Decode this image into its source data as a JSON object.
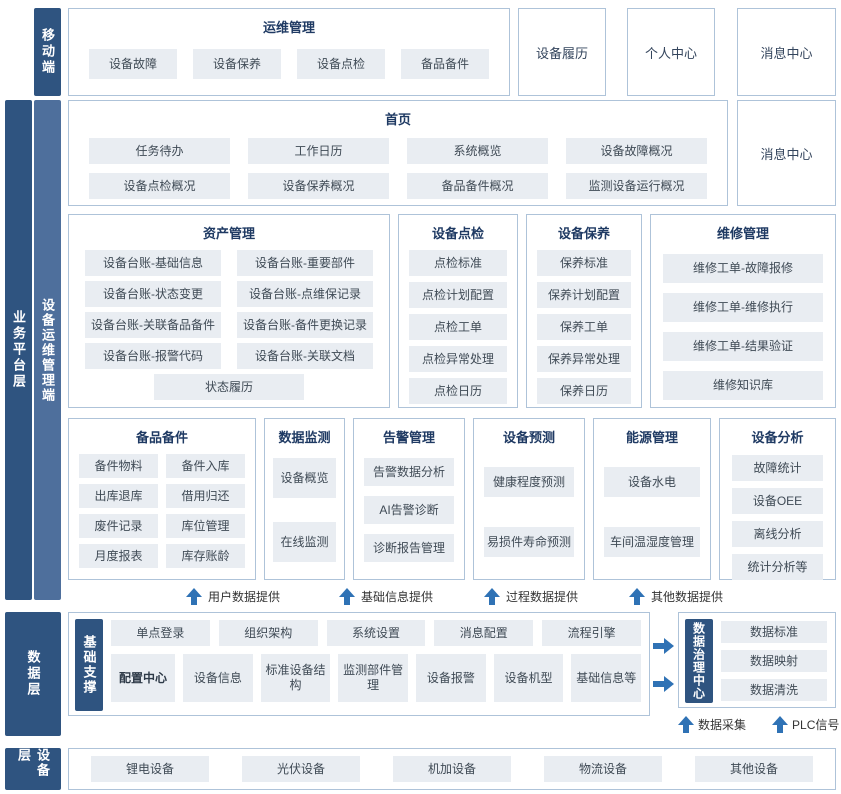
{
  "side_labels": {
    "mobile": "移动端",
    "business": "业务平台层",
    "ops": "设备运维管理端",
    "data": "数据层",
    "device": "设备层",
    "support": "基础支撑",
    "governance": "数据治理中心"
  },
  "mobile_row": {
    "title": "运维管理",
    "items": [
      "设备故障",
      "设备保养",
      "设备点检",
      "备品备件"
    ],
    "standalone": [
      "设备履历",
      "个人中心",
      "消息中心"
    ]
  },
  "home": {
    "title": "首页",
    "items": [
      "任务待办",
      "工作日历",
      "系统概览",
      "设备故障概况",
      "设备点检概况",
      "设备保养概况",
      "备品备件概况",
      "监测设备运行概况"
    ],
    "message_center": "消息中心"
  },
  "asset": {
    "title": "资产管理",
    "items": [
      "设备台账-基础信息",
      "设备台账-重要部件",
      "设备台账-状态变更",
      "设备台账-点维保记录",
      "设备台账-关联备品备件",
      "设备台账-备件更换记录",
      "设备台账-报警代码",
      "设备台账-关联文档"
    ],
    "footer_item": "状态履历"
  },
  "inspection": {
    "title": "设备点检",
    "items": [
      "点检标准",
      "点检计划配置",
      "点检工单",
      "点检异常处理",
      "点检日历"
    ]
  },
  "maintenance": {
    "title": "设备保养",
    "items": [
      "保养标准",
      "保养计划配置",
      "保养工单",
      "保养异常处理",
      "保养日历"
    ]
  },
  "repair": {
    "title": "维修管理",
    "items": [
      "维修工单-故障报修",
      "维修工单-维修执行",
      "维修工单-结果验证",
      "维修知识库"
    ]
  },
  "spare": {
    "title": "备品备件",
    "items": [
      "备件物料",
      "备件入库",
      "出库退库",
      "借用归还",
      "废件记录",
      "库位管理",
      "月度报表",
      "库存账龄"
    ]
  },
  "monitor": {
    "title": "数据监测",
    "items": [
      "设备概览",
      "在线监测"
    ]
  },
  "alarm": {
    "title": "告警管理",
    "items": [
      "告警数据分析",
      "AI告警诊断",
      "诊断报告管理"
    ]
  },
  "predict": {
    "title": "设备预测",
    "items": [
      "健康程度预测",
      "易损件寿命预测"
    ]
  },
  "energy": {
    "title": "能源管理",
    "items": [
      "设备水电",
      "车间温湿度管理"
    ]
  },
  "analysis": {
    "title": "设备分析",
    "items": [
      "故障统计",
      "设备OEE",
      "离线分析",
      "统计分析等"
    ]
  },
  "flow_arrows": [
    "用户数据提供",
    "基础信息提供",
    "过程数据提供",
    "其他数据提供"
  ],
  "data_layer": {
    "row1": [
      "单点登录",
      "组织架构",
      "系统设置",
      "消息配置",
      "流程引擎"
    ],
    "config": "配置中心",
    "row2": [
      "设备信息",
      "标准设备结构",
      "监测部件管理",
      "设备报警",
      "设备机型",
      "基础信息等"
    ]
  },
  "governance": {
    "items": [
      "数据标准",
      "数据映射",
      "数据清洗"
    ]
  },
  "bottom_arrows": [
    "数据采集",
    "PLC信号"
  ],
  "device_row": {
    "items": [
      "锂电设备",
      "光伏设备",
      "机加设备",
      "物流设备",
      "其他设备"
    ]
  },
  "colors": {
    "layer_bar": "#2f5480",
    "ops_bar": "#4e6f9c",
    "panel_border": "#aec3d9",
    "item_bg": "#e9edf2",
    "title_text": "#1f3a63",
    "arrow_blue": "#2f72b5"
  }
}
